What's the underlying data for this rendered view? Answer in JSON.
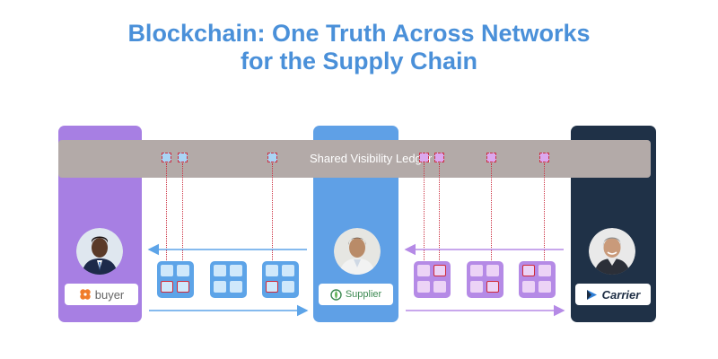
{
  "title": {
    "line1": "Blockchain: One Truth Across Networks",
    "line2": "for the Supply Chain"
  },
  "ledger": {
    "label": "Shared Visibility Ledger"
  },
  "participants": {
    "buyer": {
      "label": "buyer",
      "icon": "buyer-logo-icon"
    },
    "supplier": {
      "label": "Supplier",
      "icon": "supplier-logo-icon"
    },
    "carrier": {
      "label": "Carrier",
      "icon": "carrier-logo-icon"
    }
  },
  "colors": {
    "title": "#4a90d9",
    "buyer_panel": "#a77fe3",
    "supplier_panel": "#5fa0e6",
    "carrier_panel": "#1f3147",
    "ledger_bar": "#b3aaa8",
    "blue_blocks": "#5da4e8",
    "purple_blocks": "#b58ae6",
    "highlight": "#d02a3a",
    "blue_arrow": "#5da4e8",
    "purple_arrow": "#b58ae6"
  }
}
